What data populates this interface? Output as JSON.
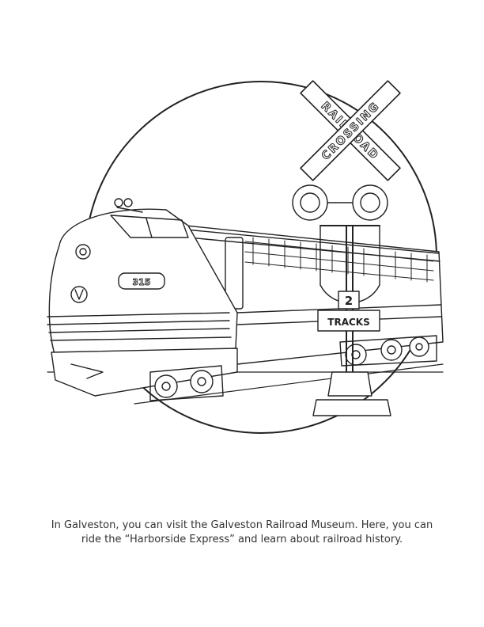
{
  "illustration": {
    "crossing_sign_word_1": "RAILROAD",
    "crossing_sign_word_2": "CROSSING",
    "tracks_count": "2",
    "tracks_label": "TRACKS",
    "locomotive_number": "315"
  },
  "caption": {
    "line_1": "In Galveston, you can visit the Galveston Railroad Museum. Here, you can",
    "line_2": "ride the “Harborside Express” and learn about railroad history."
  },
  "colors": {
    "line": "#222222",
    "text": "#333333",
    "paper": "#ffffff"
  }
}
